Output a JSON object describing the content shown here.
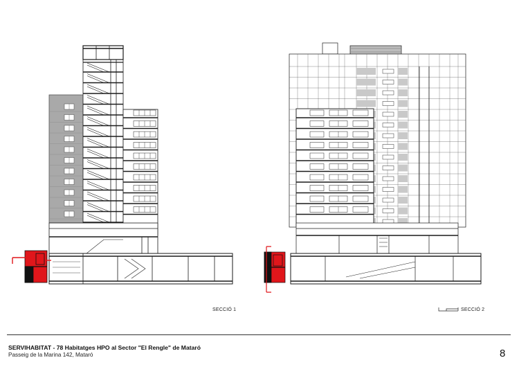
{
  "sections": [
    {
      "label": "SECCIÓ 1"
    },
    {
      "label": "SECCIÓ 2"
    }
  ],
  "footer": {
    "title": "SERVIHABITAT - 78 Habitatges HPO al Sector \"El Rengle\" de Mataró",
    "address": "Passeig de la Marina 142, Mataró",
    "page_number": "8"
  },
  "colors": {
    "line": "#1a1a1a",
    "facade_grey": "#a9a9a9",
    "shade_grey": "#c9c9c9",
    "key_red": "#e0161b",
    "key_black": "#111111"
  },
  "icons": [
    "scale-bar-icon",
    "section-key-icon"
  ]
}
